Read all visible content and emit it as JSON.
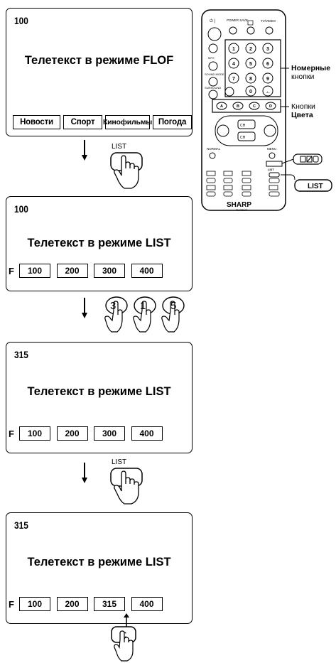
{
  "screens": [
    {
      "page": "100",
      "mode_text": "Телетекст в режиме FLOF",
      "tabs": [
        "Новости",
        "Спорт",
        "Кинофильмы",
        "Погода"
      ]
    },
    {
      "page": "100",
      "mode_text": "Телетекст в режиме LIST",
      "f_label": "F",
      "tabs": [
        "100",
        "200",
        "300",
        "400"
      ]
    },
    {
      "page": "315",
      "mode_text": "Телетекст в режиме LIST",
      "f_label": "F",
      "tabs": [
        "100",
        "200",
        "300",
        "400"
      ]
    },
    {
      "page": "315",
      "mode_text": "Телетекст в режиме LIST",
      "f_label": "F",
      "tabs": [
        "100",
        "200",
        "315",
        "400"
      ]
    }
  ],
  "button_labels": {
    "list_1": "LIST",
    "list_2": "LIST"
  },
  "digit_keys": [
    "3",
    "1",
    "5"
  ],
  "color_key": "C",
  "remote": {
    "brand": "SHARP",
    "sub_brand": "TV/TEXT",
    "top_labels": [
      "POWER SAVE",
      "TV/VIDEO"
    ],
    "number_keys": [
      "1",
      "2",
      "3",
      "4",
      "5",
      "6",
      "7",
      "8",
      "9",
      "0",
      "-/--"
    ],
    "color_keys": [
      "A",
      "B",
      "C",
      "D"
    ],
    "side_labels": {
      "normal": "NORMAL",
      "menu": "MENU",
      "list": "LIST",
      "mpx": "MPX",
      "sound_mode": "SOUND MODE",
      "surround": "SURROUND",
      "ch_up": "CH",
      "ch_down": "CH"
    }
  },
  "callouts": {
    "number_title": "Номерные",
    "number_sub": "кнопки",
    "color_title": "Кнопки",
    "color_sub": "Цвета",
    "list_button": "LIST"
  },
  "colors": {
    "line": "#000000",
    "background": "#ffffff",
    "remote_body": "#ffffff"
  }
}
